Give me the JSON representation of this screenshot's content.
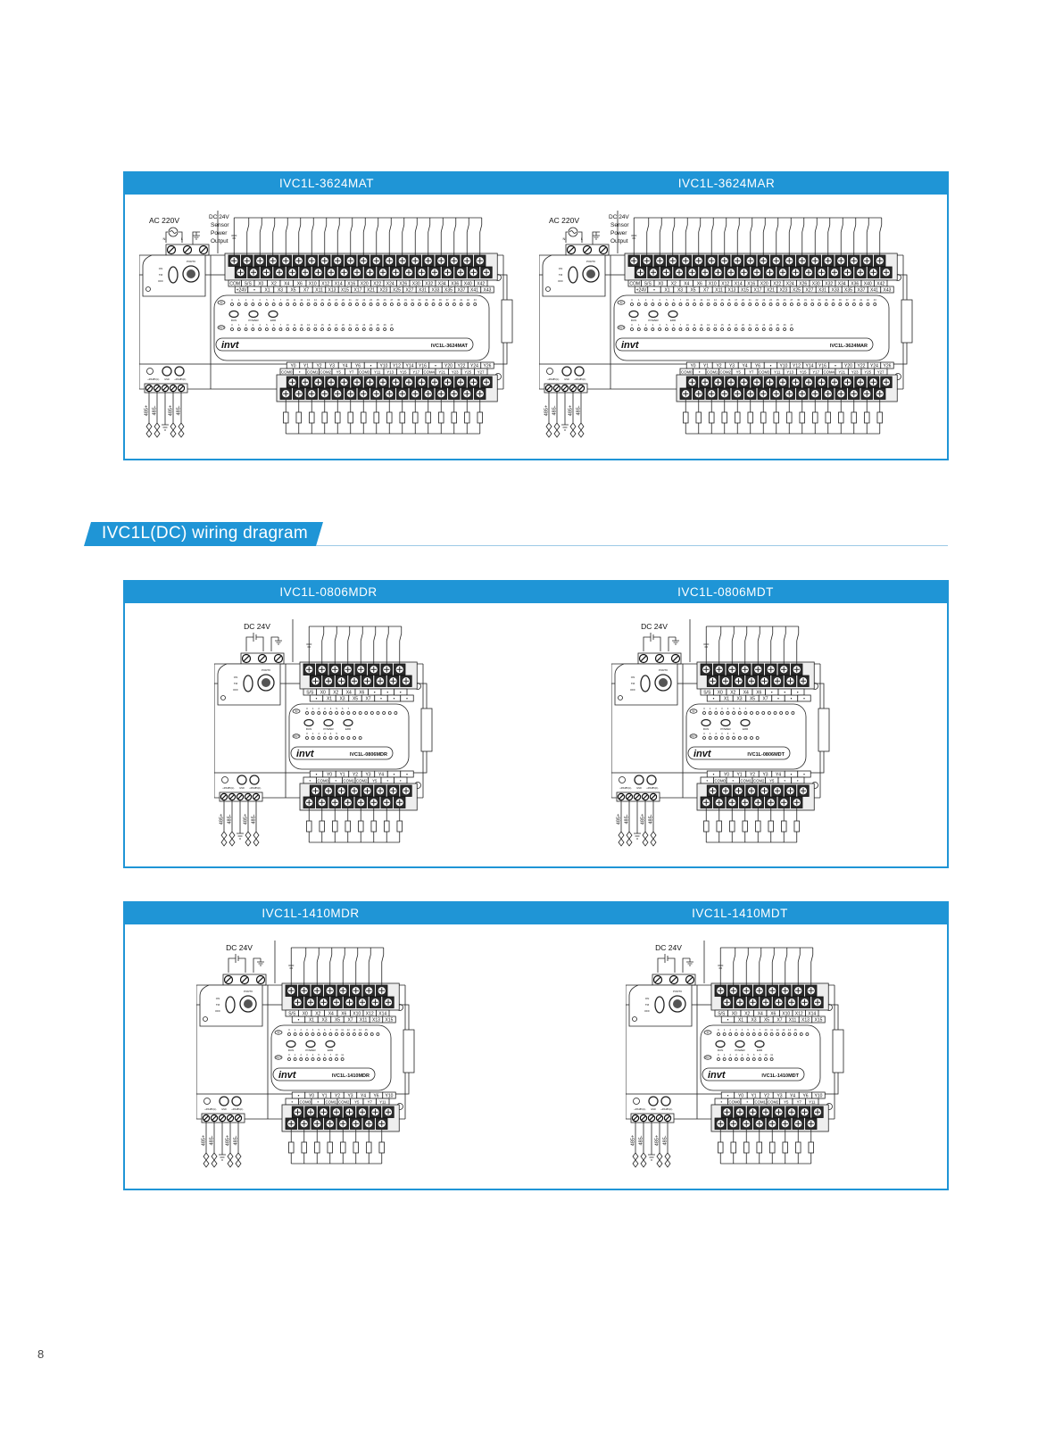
{
  "page_number": "8",
  "section_title": "IVC1L(DC) wiring dragram",
  "labels": {
    "ac": "AC 220V",
    "dc": "DC 24V",
    "sensor": "Sensor",
    "power": "Power",
    "output": "Output",
    "n": "N",
    "l": "L",
    "port0": "PORT0",
    "on": "ON",
    "tm": "TM",
    "off": "OFF",
    "in": "IN",
    "out": "OUT",
    "run": "RUN",
    "power_led": "POWER",
    "err": "ERR",
    "rs485_1": "+RS485(1)-",
    "gnd": "GND",
    "rs485_2": "+RS485(2)-",
    "p485": "485+",
    "m485": "485-",
    "brand": "invt"
  },
  "colors": {
    "accent": "#1f95d6"
  },
  "diagrams": [
    {
      "title": "IVC1L-3624MAT",
      "power": "ac",
      "top_row1": [
        "COM",
        "S/S",
        "X0",
        "X2",
        "X4",
        "X6",
        "X10",
        "X12",
        "X14",
        "X16",
        "X20",
        "X22",
        "X24",
        "X26",
        "X30",
        "X32",
        "X34",
        "X36",
        "X40",
        "X42"
      ],
      "top_row2": [
        "+24V",
        "•",
        "X1",
        "X3",
        "X5",
        "X7",
        "X11",
        "X13",
        "X15",
        "X17",
        "X21",
        "X23",
        "X25",
        "X27",
        "X31",
        "X33",
        "X35",
        "X37",
        "X41",
        "X43"
      ],
      "bottom_row1": [
        "Y0",
        "Y1",
        "Y2",
        "Y3",
        "Y4",
        "Y6",
        "•",
        "Y10",
        "Y12",
        "Y14",
        "Y16",
        "•",
        "Y20",
        "Y22",
        "Y24",
        "Y26"
      ],
      "bottom_row2": [
        "COM0",
        "•",
        "COM1",
        "COM2",
        "Y5",
        "Y7",
        "COM3",
        "Y11",
        "Y13",
        "Y15",
        "Y17",
        "COM4",
        "Y21",
        "Y23",
        "Y25",
        "Y27"
      ],
      "in_leds": [
        "0",
        "1",
        "2",
        "3",
        "4",
        "5",
        "6",
        "7",
        "10",
        "11",
        "12",
        "13",
        "14",
        "15",
        "16",
        "17",
        "20",
        "21",
        "22",
        "23",
        "24",
        "25",
        "26",
        "27",
        "30",
        "31",
        "32",
        "33",
        "34",
        "35",
        "36",
        "37",
        "40",
        "41",
        "42",
        "43"
      ],
      "out_leds": [
        "0",
        "1",
        "2",
        "3",
        "4",
        "5",
        "6",
        "7",
        "10",
        "11",
        "12",
        "13",
        "14",
        "15",
        "16",
        "17",
        "20",
        "21",
        "22",
        "23",
        "24",
        "25",
        "26",
        "27"
      ],
      "in_total": 36,
      "out_total": 24
    },
    {
      "title": "IVC1L-3624MAR",
      "power": "ac",
      "top_row1": [
        "COM",
        "S/S",
        "X0",
        "X2",
        "X4",
        "X6",
        "X10",
        "X12",
        "X14",
        "X16",
        "X20",
        "X22",
        "X24",
        "X26",
        "X30",
        "X32",
        "X34",
        "X36",
        "X40",
        "X42"
      ],
      "top_row2": [
        "+24V",
        "•",
        "X1",
        "X3",
        "X5",
        "X7",
        "X11",
        "X13",
        "X15",
        "X17",
        "X21",
        "X23",
        "X25",
        "X27",
        "X31",
        "X33",
        "X35",
        "X37",
        "X41",
        "X43"
      ],
      "bottom_row1": [
        "Y0",
        "Y1",
        "Y2",
        "Y3",
        "Y4",
        "Y6",
        "•",
        "Y10",
        "Y12",
        "Y14",
        "Y16",
        "•",
        "Y20",
        "Y22",
        "Y24",
        "Y26"
      ],
      "bottom_row2": [
        "COM0",
        "•",
        "COM1",
        "COM2",
        "Y5",
        "Y7",
        "COM3",
        "Y11",
        "Y13",
        "Y15",
        "Y17",
        "COM4",
        "Y21",
        "Y23",
        "Y25",
        "Y27"
      ],
      "in_leds": [
        "0",
        "1",
        "2",
        "3",
        "4",
        "5",
        "6",
        "7",
        "10",
        "11",
        "12",
        "13",
        "14",
        "15",
        "16",
        "17",
        "20",
        "21",
        "22",
        "23",
        "24",
        "25",
        "26",
        "27",
        "30",
        "31",
        "32",
        "33",
        "34",
        "35",
        "36",
        "37",
        "40",
        "41",
        "42",
        "43"
      ],
      "out_leds": [
        "0",
        "1",
        "2",
        "3",
        "4",
        "5",
        "6",
        "7",
        "10",
        "11",
        "12",
        "13",
        "14",
        "15",
        "16",
        "17",
        "20",
        "21",
        "22",
        "23",
        "24",
        "25",
        "26",
        "27"
      ],
      "in_total": 36,
      "out_total": 24
    },
    {
      "title": "IVC1L-0806MDR",
      "power": "dc",
      "top_row1": [
        "S/S",
        "X0",
        "X2",
        "X4",
        "X6",
        "•",
        "•",
        "•"
      ],
      "top_row2": [
        "•",
        "X1",
        "X3",
        "X5",
        "X7",
        "•",
        "•",
        "•"
      ],
      "bottom_row1": [
        "•",
        "Y0",
        "Y1",
        "Y2",
        "Y3",
        "Y4",
        "•",
        "•"
      ],
      "bottom_row2": [
        "•",
        "COM0",
        "•",
        "COM1",
        "COM2",
        "Y5",
        "•",
        "•"
      ],
      "in_leds": [
        "0",
        "1",
        "2",
        "3",
        "4",
        "5",
        "6",
        "7"
      ],
      "out_leds": [
        "0",
        "1",
        "2",
        "3",
        "4",
        "5"
      ],
      "in_total": 16,
      "out_total": 10
    },
    {
      "title": "IVC1L-0806MDT",
      "power": "dc",
      "top_row1": [
        "S/S",
        "X0",
        "X2",
        "X4",
        "X6",
        "•",
        "•",
        "•"
      ],
      "top_row2": [
        "•",
        "X1",
        "X3",
        "X5",
        "X7",
        "•",
        "•",
        "•"
      ],
      "bottom_row1": [
        "•",
        "Y0",
        "Y1",
        "Y2",
        "Y3",
        "Y4",
        "•",
        "•"
      ],
      "bottom_row2": [
        "•",
        "COM0",
        "•",
        "COM1",
        "COM2",
        "Y5",
        "•",
        "•"
      ],
      "in_leds": [
        "0",
        "1",
        "2",
        "3",
        "4",
        "5",
        "6",
        "7"
      ],
      "out_leds": [
        "0",
        "1",
        "2",
        "3",
        "4",
        "5"
      ],
      "in_total": 16,
      "out_total": 10
    },
    {
      "title": "IVC1L-1410MDR",
      "power": "dc",
      "top_row1": [
        "S/S",
        "X0",
        "X2",
        "X4",
        "X6",
        "X10",
        "X12",
        "X14"
      ],
      "top_row2": [
        "•",
        "X1",
        "X3",
        "X5",
        "X7",
        "X11",
        "X13",
        "X15"
      ],
      "bottom_row1": [
        "•",
        "Y0",
        "Y1",
        "Y2",
        "Y3",
        "Y4",
        "Y6",
        "Y10"
      ],
      "bottom_row2": [
        "•",
        "COM0",
        "•",
        "COM1",
        "COM2",
        "Y5",
        "Y7",
        "Y11"
      ],
      "in_leds": [
        "0",
        "1",
        "2",
        "3",
        "4",
        "5",
        "6",
        "7",
        "10",
        "11",
        "12",
        "13",
        "14",
        "15"
      ],
      "out_leds": [
        "0",
        "1",
        "2",
        "3",
        "4",
        "5",
        "6",
        "7",
        "10",
        "11"
      ],
      "in_total": 16,
      "out_total": 10
    },
    {
      "title": "IVC1L-1410MDT",
      "power": "dc",
      "top_row1": [
        "S/S",
        "X0",
        "X2",
        "X4",
        "X6",
        "X10",
        "X12",
        "X14"
      ],
      "top_row2": [
        "•",
        "X1",
        "X3",
        "X5",
        "X7",
        "X11",
        "X13",
        "X15"
      ],
      "bottom_row1": [
        "•",
        "Y0",
        "Y1",
        "Y2",
        "Y3",
        "Y4",
        "Y6",
        "Y10"
      ],
      "bottom_row2": [
        "•",
        "COM0",
        "•",
        "COM1",
        "COM2",
        "Y5",
        "Y7",
        "Y11"
      ],
      "in_leds": [
        "0",
        "1",
        "2",
        "3",
        "4",
        "5",
        "6",
        "7",
        "10",
        "11",
        "12",
        "13",
        "14",
        "15"
      ],
      "out_leds": [
        "0",
        "1",
        "2",
        "3",
        "4",
        "5",
        "6",
        "7",
        "10",
        "11"
      ],
      "in_total": 16,
      "out_total": 10
    }
  ]
}
